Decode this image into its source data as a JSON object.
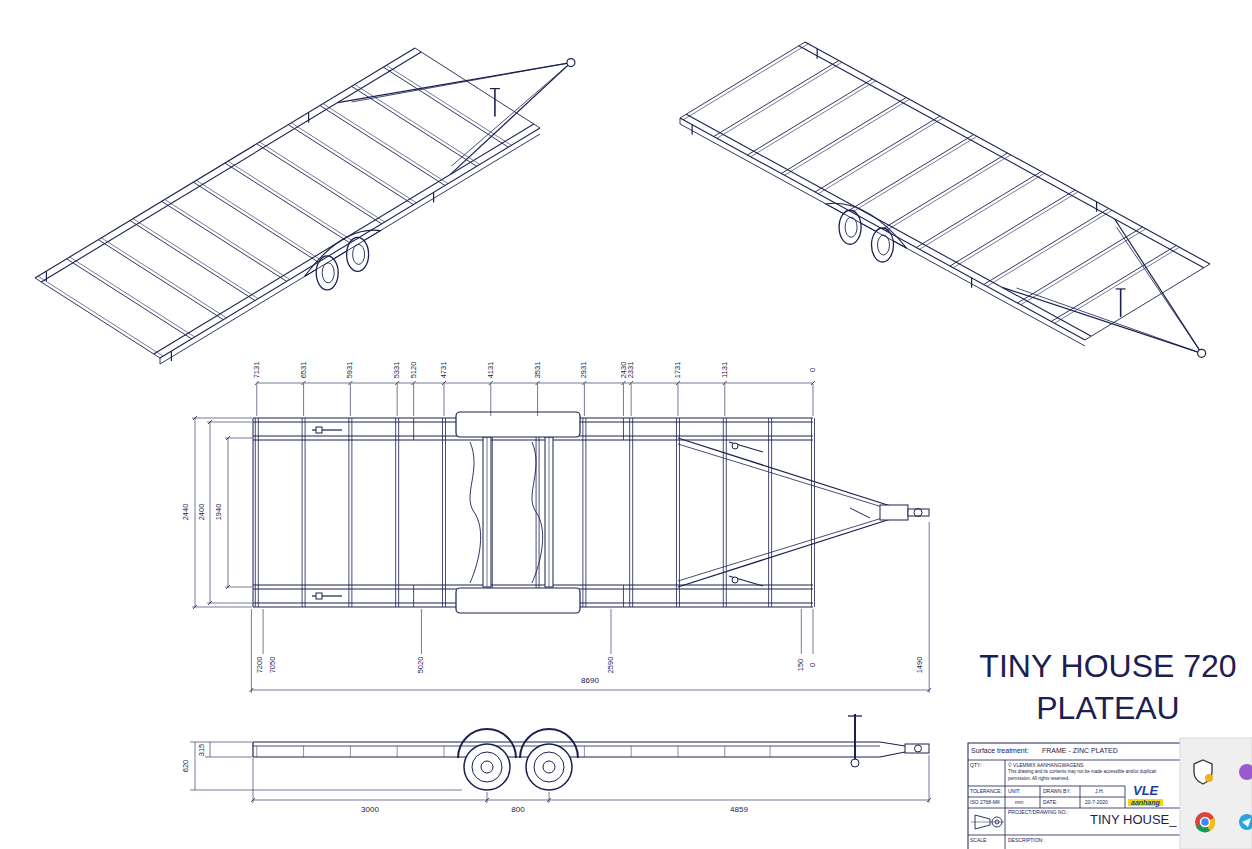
{
  "diagram": {
    "title": "TINY HOUSE 720 PLATEAU",
    "labels": [
      "7131",
      "6531",
      "5931",
      "5331",
      "5120",
      "4731",
      "4131",
      "3531",
      "2931",
      "2430",
      "2331",
      "1731",
      "1131",
      "0",
      "2440",
      "2400",
      "1940",
      "7200",
      "7050",
      "5020",
      "2590",
      "150",
      "0",
      "1490",
      "8690",
      "315",
      "620",
      "3000",
      "800",
      "4859",
      "Surface treatment:",
      "FRAME - ZINC PLATED",
      "QTY:",
      "© VLEMMIX AANHANGWAGENS",
      "This drawing and its contents may not be made accessible and/or duplicati",
      "permission. All rights reserved.",
      "TOLERANCE:",
      "UNIT:",
      "DRAWN BY:",
      "J.H.",
      "ISO 2768-MK",
      "mm",
      "DATE:",
      "20-7-2020",
      "PROJECT/DRAWING NO.:",
      "TINY HOUSE_",
      "SCALE:",
      "DESCRIPTION:",
      "VLE",
      "aanhang"
    ]
  }
}
